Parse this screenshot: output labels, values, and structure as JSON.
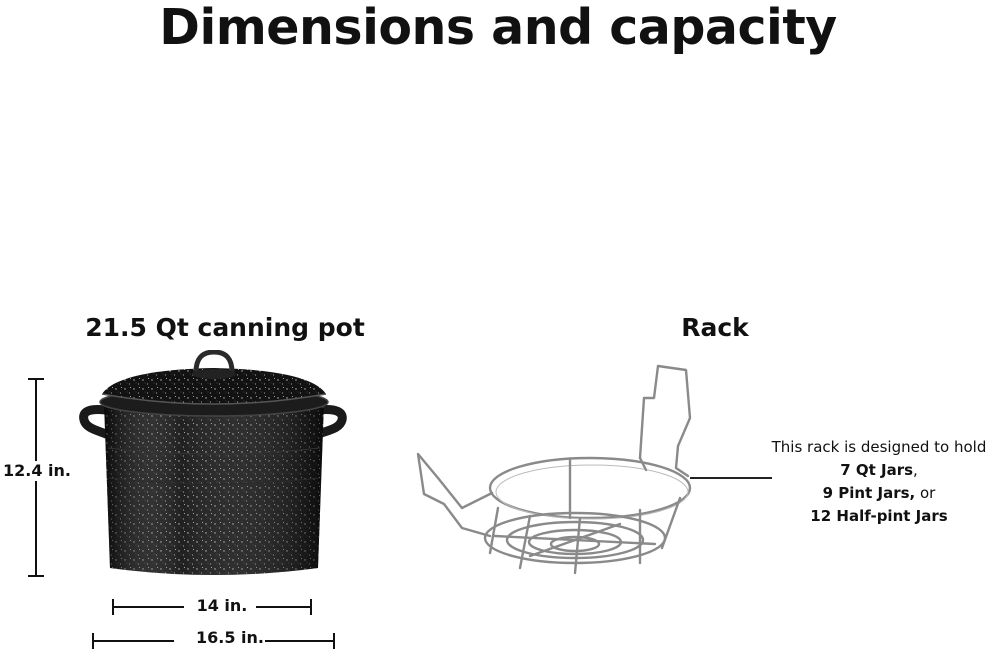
{
  "title": "Dimensions and capacity",
  "pot": {
    "heading": "21.5 Qt canning pot",
    "height": "12.4 in.",
    "width": "14 in.",
    "width_with_handles": "16.5 in."
  },
  "rack": {
    "heading": "Rack",
    "note_intro": "This rack is designed to hold",
    "capacity_1": "7 Qt Jars",
    "capacity_1_sep": ",",
    "capacity_2": "9 Pint Jars,",
    "capacity_2_suffix": " or",
    "capacity_3": "12 Half-pint Jars"
  },
  "colors": {
    "text": "#111111",
    "pot_enamel": "#121212",
    "rack_wire": "#8a8a8a"
  }
}
